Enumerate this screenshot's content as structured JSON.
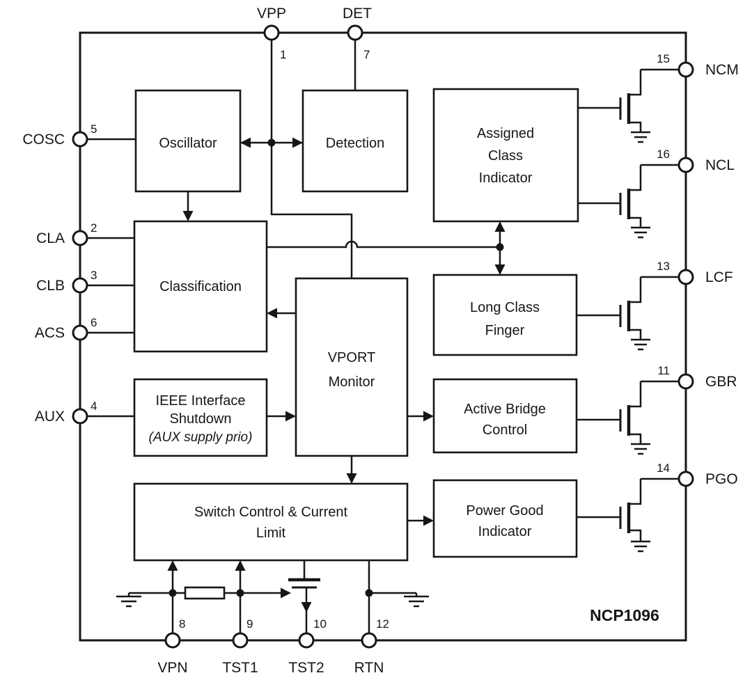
{
  "chip_label": "NCP1096",
  "blocks": {
    "oscillator": {
      "lines": [
        "Oscillator"
      ]
    },
    "detection": {
      "lines": [
        "Detection"
      ]
    },
    "assigned_class_indicator": {
      "lines": [
        "Assigned",
        "Class",
        "Indicator"
      ]
    },
    "classification": {
      "lines": [
        "Classification"
      ]
    },
    "vport_monitor": {
      "lines": [
        "VPORT",
        "Monitor"
      ]
    },
    "long_class_finger": {
      "lines": [
        "Long Class",
        "Finger"
      ]
    },
    "ieee_interface_shutdown": {
      "lines": [
        "IEEE Interface",
        "Shutdown",
        "(AUX supply prio)"
      ]
    },
    "active_bridge_control": {
      "lines": [
        "Active Bridge",
        "Control"
      ]
    },
    "switch_control_current_limit": {
      "lines": [
        "Switch Control & Current",
        "Limit"
      ]
    },
    "power_good_indicator": {
      "lines": [
        "Power Good",
        "Indicator"
      ]
    }
  },
  "pins": {
    "top": [
      {
        "name": "VPP",
        "number": "1"
      },
      {
        "name": "DET",
        "number": "7"
      }
    ],
    "left": [
      {
        "name": "COSC",
        "number": "5"
      },
      {
        "name": "CLA",
        "number": "2"
      },
      {
        "name": "CLB",
        "number": "3"
      },
      {
        "name": "ACS",
        "number": "6"
      },
      {
        "name": "AUX",
        "number": "4"
      }
    ],
    "right": [
      {
        "name": "NCM",
        "number": "15"
      },
      {
        "name": "NCL",
        "number": "16"
      },
      {
        "name": "LCF",
        "number": "13"
      },
      {
        "name": "GBR",
        "number": "11"
      },
      {
        "name": "PGO",
        "number": "14"
      }
    ],
    "bottom": [
      {
        "name": "VPN",
        "number": "8"
      },
      {
        "name": "TST1",
        "number": "9"
      },
      {
        "name": "TST2",
        "number": "10"
      },
      {
        "name": "RTN",
        "number": "12"
      }
    ]
  },
  "colors": {
    "line": "#161616",
    "background": "#ffffff"
  }
}
